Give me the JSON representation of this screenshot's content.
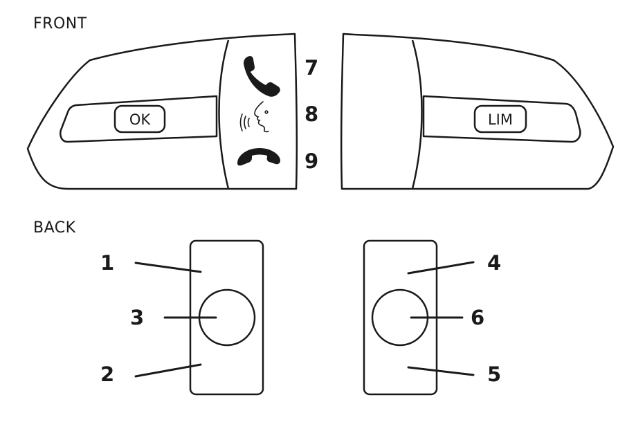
{
  "sections": {
    "front_title": "FRONT",
    "back_title": "BACK"
  },
  "front": {
    "ok_label": "OK",
    "lim_label": "LIM",
    "callouts": [
      "7",
      "8",
      "9"
    ],
    "icons": [
      "phone-answer-icon",
      "voice-command-icon",
      "phone-hangup-icon"
    ]
  },
  "back": {
    "callouts": [
      "1",
      "2",
      "3",
      "4",
      "5",
      "6"
    ]
  },
  "colors": {
    "stroke": "#1a1a1a",
    "background": "#ffffff"
  }
}
